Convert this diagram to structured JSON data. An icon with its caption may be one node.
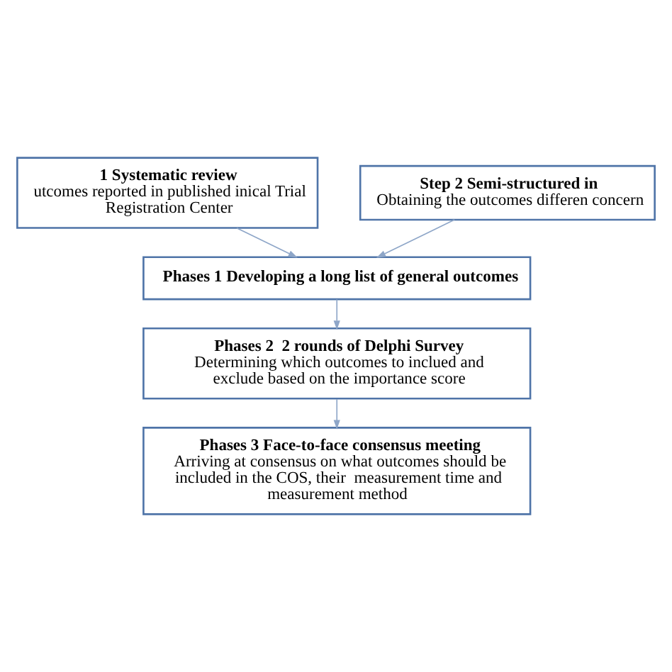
{
  "diagram": {
    "nodes": [
      {
        "text": [
          "1 Systematic review",
          "utcomes reported in published inical Trial Registration Center"
        ]
      },
      {
        "text": [
          "Step 2 Semi-structured in",
          "Obtaining the outcomes differen concern"
        ]
      },
      {
        "text": [
          "Phases 1 Developing a long list of general outcomes"
        ]
      },
      {
        "text": [
          "Phases 2  2 rounds of Delphi Survey",
          "Determining which outcomes to inclued and exclude based on the importance score"
        ]
      },
      {
        "text": [
          "Phases 3 Face-to-face consensus meeting",
          "Arriving at consensus on what outcomes should be included in the COS, their  measurement time and measurement method"
        ]
      }
    ],
    "edges": [
      {
        "from": 0,
        "to": 2,
        "arrow": "to"
      },
      {
        "from": 1,
        "to": 2,
        "arrow": "to"
      },
      {
        "from": 2,
        "to": 3,
        "arrow": "to"
      },
      {
        "from": 3,
        "to": 4,
        "arrow": "to"
      }
    ]
  }
}
